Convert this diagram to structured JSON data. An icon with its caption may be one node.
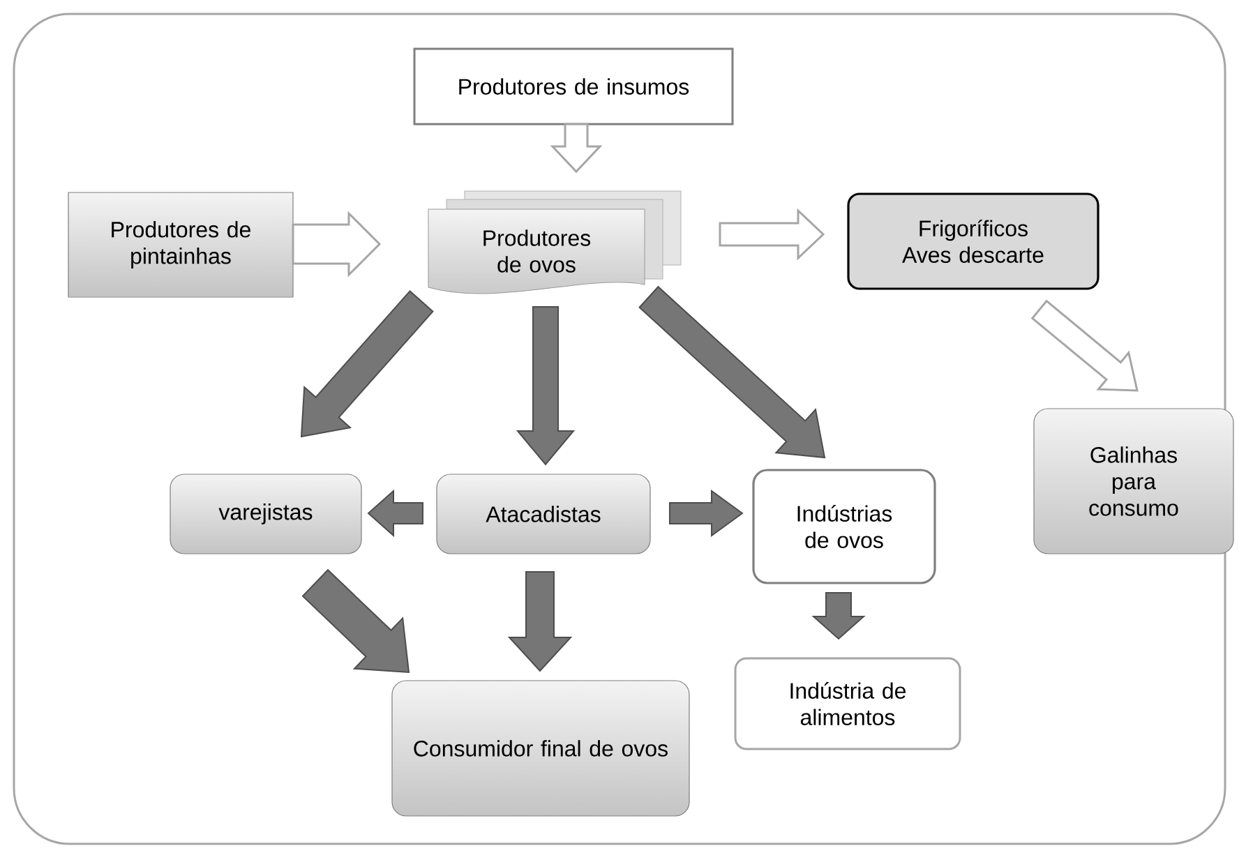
{
  "diagram": {
    "nodes": [
      {
        "text": [
          "Produtores de insumos"
        ]
      },
      {
        "text": [
          "Produtores de pintainhas"
        ]
      },
      {
        "text": [
          "Produtores de ovos"
        ]
      },
      {
        "text": [
          "Frigoríficos Aves descarte"
        ]
      },
      {
        "text": [
          "Galinhas para consumo"
        ]
      },
      {
        "text": [
          "varejistas"
        ]
      },
      {
        "text": [
          "Atacadistas"
        ]
      },
      {
        "text": [
          "Indústrias de ovos"
        ]
      },
      {
        "text": [
          "Consumidor final de ovos"
        ]
      },
      {
        "text": [
          "Indústria de alimentos"
        ]
      }
    ],
    "edges": [
      {
        "from": 0,
        "to": 2,
        "arrow": "to",
        "color": "#a6a6a6"
      },
      {
        "from": 1,
        "to": 2,
        "arrow": "to",
        "color": "#a6a6a6"
      },
      {
        "from": 2,
        "to": 3,
        "arrow": "to",
        "color": "#a6a6a6"
      },
      {
        "from": 3,
        "to": 4,
        "arrow": "to",
        "color": "#a6a6a6"
      },
      {
        "from": 2,
        "to": 5,
        "arrow": "to"
      },
      {
        "from": 2,
        "to": 6,
        "arrow": "to"
      },
      {
        "from": 2,
        "to": 7,
        "arrow": "to"
      },
      {
        "from": 6,
        "to": 5,
        "arrow": "to"
      },
      {
        "from": 6,
        "to": 7,
        "arrow": "to"
      },
      {
        "from": 5,
        "to": 8,
        "arrow": "to"
      },
      {
        "from": 6,
        "to": 8,
        "arrow": "to"
      },
      {
        "from": 7,
        "to": 9,
        "arrow": "to"
      }
    ]
  }
}
